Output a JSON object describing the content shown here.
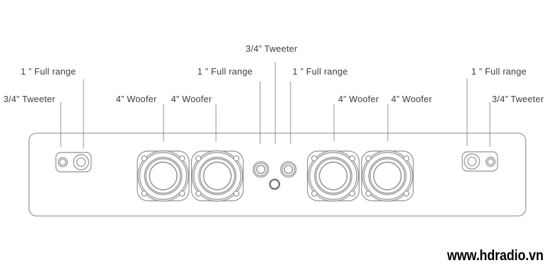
{
  "labels": [
    {
      "text": "3/4” Tweeter",
      "points_to": "left-tweeter"
    },
    {
      "text": "1 ” Full range",
      "points_to": "left-full-range"
    },
    {
      "text": "4” Woofer",
      "points_to": "woofer-1"
    },
    {
      "text": "4” Woofer",
      "points_to": "woofer-2"
    },
    {
      "text": "1 ” Full range",
      "points_to": "center-full-range-left"
    },
    {
      "text": "3/4” Tweeter",
      "points_to": "center-tweeter"
    },
    {
      "text": "1 ” Full range",
      "points_to": "center-full-range-right"
    },
    {
      "text": "4” Woofer",
      "points_to": "woofer-3"
    },
    {
      "text": "4” Woofer",
      "points_to": "woofer-4"
    },
    {
      "text": "1 ” Full range",
      "points_to": "right-full-range"
    },
    {
      "text": "3/4” Tweeter",
      "points_to": "right-tweeter"
    }
  ],
  "watermark": {
    "text": "www.hdradio.vn"
  },
  "colors": {
    "outline": "#8f8f8f",
    "label_text": "#3b3b3b",
    "watermark": "#000000"
  }
}
